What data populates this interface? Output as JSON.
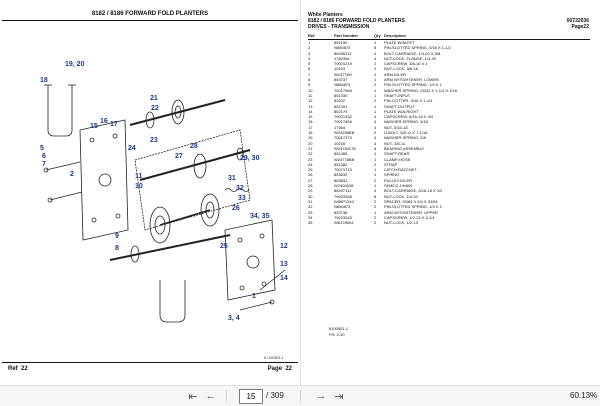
{
  "left_page": {
    "title": "8182 / 8186 FORWARD FOLD PLANTERS",
    "ref_label": "Ref",
    "ref_value": "22",
    "page_label": "Page",
    "page_value": "22",
    "doc_number": "8 1000501-1",
    "callouts": [
      "19, 20",
      "18",
      "15",
      "16",
      "17",
      "21",
      "22",
      "23",
      "24",
      "5",
      "6",
      "7",
      "2",
      "11",
      "10",
      "27",
      "28",
      "29, 30",
      "31",
      "32",
      "33",
      "26",
      "34, 35",
      "9",
      "8",
      "25",
      "12",
      "13",
      "14",
      "1",
      "3, 4"
    ]
  },
  "right_page": {
    "company": "White Planters",
    "title": "8182 / 8186 FORWARD FOLD PLANTERS",
    "section": "DRIVES - TRANSMISSION",
    "doc_code": "00722036",
    "page_ref": "Page22",
    "columns": [
      "Ref",
      "Part Number",
      "Qty",
      "Description"
    ],
    "rows": [
      [
        "1",
        "852150",
        "1",
        "PLATE W/ALEFT"
      ],
      [
        "2",
        "N856873",
        "8",
        "PIN-SLOTTED SPRING, 5/16 X 1-1/2"
      ],
      [
        "3",
        "86496311",
        "4",
        "BOLT-CARRIAGE, 1/4-20 X 5/8"
      ],
      [
        "4",
        "1782354",
        "4",
        "NUT-LOCK, FLANGE, 1/4-20"
      ],
      [
        "5",
        "70021219",
        "2",
        "CAPSCREW, 3/8-16 X 1"
      ],
      [
        "6",
        "10103",
        "2",
        "NUT-LOCK, 3/8-16"
      ],
      [
        "7",
        "W24778H",
        "2",
        "ARM-IDLER"
      ],
      [
        "8",
        "853737",
        "1",
        "ARM W/TIGHTENER, LOWER"
      ],
      [
        "9",
        "N856873",
        "2",
        "PIN-SLOTTED SPRING, 1/4 X 1"
      ],
      [
        "10",
        "70017566",
        "1",
        "WASHER-SPRING, 25/32 X 1-1/2 X 1/16"
      ],
      [
        "11",
        "851330",
        "1",
        "SHAFT-INPUT"
      ],
      [
        "12",
        "83202",
        "2",
        "PIN-COTTER, 3/16 X 1-1/4"
      ],
      [
        "13",
        "851391",
        "1",
        "SHAFT-OUTPUT"
      ],
      [
        "14",
        "852179",
        "1",
        "PLATE W/A-RIGHT"
      ],
      [
        "15",
        "79021332",
        "4",
        "CAPSCREW, 5/16-18 X 3/4"
      ],
      [
        "16",
        "79017856",
        "4",
        "WASHER-SPRING, 5/16"
      ],
      [
        "17",
        "17364",
        "4",
        "NUT, 5/16-18"
      ],
      [
        "18",
        "W23258BB",
        "2",
        "U-BOLT, 3/8-11 X 7-1/16"
      ],
      [
        "19",
        "70017373",
        "4",
        "WASHER-SPRING, 3/8"
      ],
      [
        "20",
        "10155",
        "4",
        "NUT, 3/8-11"
      ],
      [
        "21",
        "W24784178",
        "8",
        "BEARING ASSEMBLY"
      ],
      [
        "22",
        "851385",
        "1",
        "SHAFT-REAR"
      ],
      [
        "23",
        "W24778BB",
        "1",
        "CLAMP-HOSE"
      ],
      [
        "24",
        "851382",
        "2",
        "STRAP"
      ],
      [
        "25",
        "70071713",
        "1",
        "LATCH-RATCHET"
      ],
      [
        "26",
        "853632",
        "1",
        "SPRING"
      ],
      [
        "27",
        "853831",
        "2",
        "PULLEY-IDLER"
      ],
      [
        "28",
        "W2400638",
        "1",
        "SHIELD-CHAIN"
      ],
      [
        "29",
        "86497111",
        "4",
        "BOLT-CARRIAGE, 5/16-18 X 1/2"
      ],
      [
        "30",
        "79023358",
        "8",
        "NUT-LOCK, 1/4-20"
      ],
      [
        "31",
        "W86P1344",
        "2",
        "SPACER, 33/64 X 3/4 X 31/64"
      ],
      [
        "32",
        "N856873",
        "2",
        "PIN-SLOTTED SPRING, 1/4 X 2"
      ],
      [
        "33",
        "853736",
        "1",
        "ARM W/TIGHTENER, UPPER"
      ],
      [
        "34",
        "79023045",
        "2",
        "CAPSCREW, 1/2-13 X 3-1/4"
      ],
      [
        "35",
        "W8178504",
        "2",
        "NUT-LOCK, 1/2-13"
      ]
    ],
    "notes": [
      "6100501-1",
      "FR: 2-10"
    ]
  },
  "toolbar": {
    "current_page": "15",
    "total_pages": "/ 309",
    "zoom": "60.13%",
    "icons": [
      "first-page-icon",
      "prev-page-icon",
      "next-page-icon",
      "last-page-icon"
    ]
  },
  "colors": {
    "callout": "#1a3a8a",
    "page_bg": "#ffffff",
    "toolbar_bg": "#f5f5f5"
  }
}
